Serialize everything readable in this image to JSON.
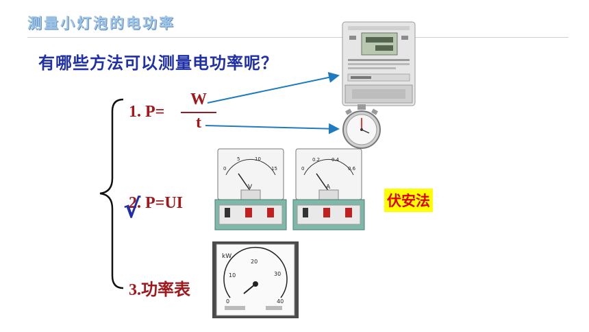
{
  "slide": {
    "title": "测量小灯泡的电功率",
    "question": "有哪些方法可以测量电功率呢？"
  },
  "methods": {
    "m1_prefix": "1. P=",
    "m1_numerator": "W",
    "m1_denominator": "t",
    "m2": "2. P=UI",
    "m3": "3.功率表",
    "m2_check": "√"
  },
  "tag": {
    "label": "伏安法"
  },
  "instruments": {
    "voltmeter_symbol": "V",
    "ammeter_symbol": "A",
    "wattmeter_unit": "kW",
    "voltmeter_ticks": [
      "0",
      "5",
      "10",
      "15"
    ],
    "ammeter_ticks": [
      "0",
      "0.2",
      "0.4",
      "0.6"
    ],
    "wattmeter_ticks": [
      "0",
      "10",
      "20",
      "30",
      "40"
    ]
  },
  "colors": {
    "title": "#9fc4e6",
    "question": "#1f2fa8",
    "method": "#a0181c",
    "arrow": "#1f7bc0",
    "tag_bg": "#ffff00",
    "tag_text": "#e00000"
  }
}
